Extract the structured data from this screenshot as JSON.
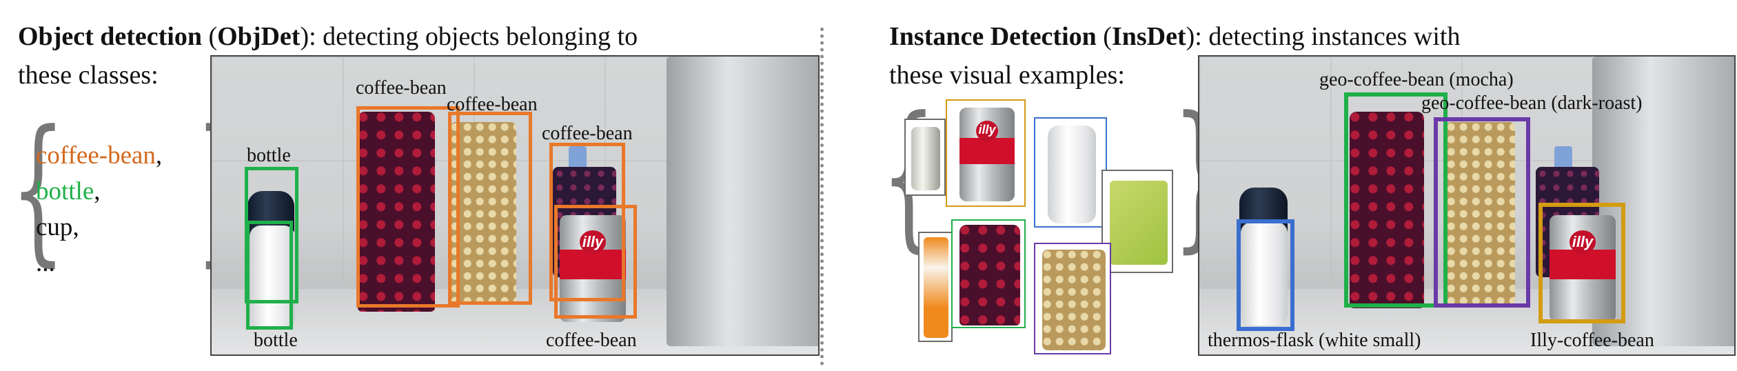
{
  "colors": {
    "orange": "#e8782a",
    "green": "#1fb04a",
    "blue": "#3a6fd0",
    "purple": "#6a3aa8",
    "gold": "#d39c12",
    "gray": "#6b6b6b",
    "brace": "#777777"
  },
  "left": {
    "heading_bold_1": "Object detection",
    "heading_mid_1": " (",
    "heading_bold_2": "ObjDet",
    "heading_rest": "): detecting objects belonging to",
    "heading_line2": "these classes:",
    "classes": [
      {
        "text": "coffee-bean",
        "suffix": ",",
        "color": "#d2691e"
      },
      {
        "text": "bottle",
        "suffix": ",",
        "color": "#1fb04a"
      },
      {
        "text": "cup",
        "suffix": ",",
        "color": "#111111"
      },
      {
        "text": "...",
        "suffix": "",
        "color": "#111111"
      }
    ],
    "box_labels": {
      "bottle_top": "bottle",
      "bottle_bottom": "bottle",
      "coffee_1": "coffee-bean",
      "coffee_2": "coffee-bean",
      "coffee_3": "coffee-bean",
      "coffee_4": "coffee-bean"
    }
  },
  "right": {
    "heading_bold_1": "Instance Detection",
    "heading_mid_1": " (",
    "heading_bold_2": "InsDet",
    "heading_rest": "): detecting instances with",
    "heading_line2": "these visual examples:",
    "box_labels": {
      "mocha": "geo-coffee-bean (mocha)",
      "dark_roast": "geo-coffee-bean (dark-roast)",
      "flask": "thermos-flask (white small)",
      "illy": "Illy-coffee-bean"
    }
  }
}
